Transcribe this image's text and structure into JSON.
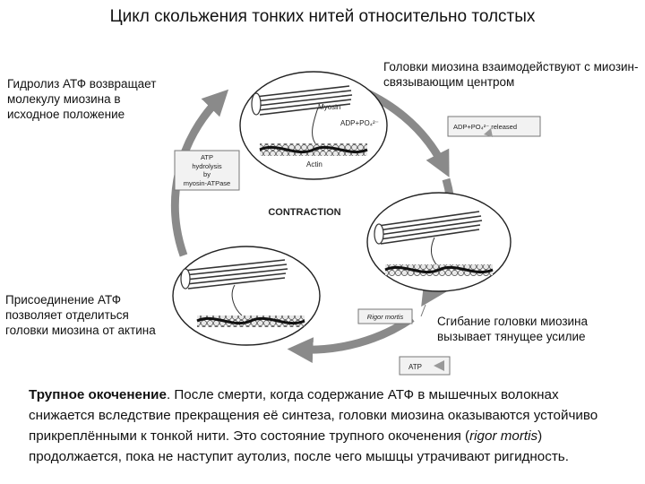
{
  "title": "Цикл скольжения тонких нитей относительно толстых",
  "notes": {
    "top_left": "Гидролиз АТФ возвращает молекулу миозина в исходное положение",
    "top_right": "Головки миозина взаимодействуют с миозин-связывающим центром",
    "bottom_left": "Присоединение АТФ позволяет отделиться головки миозина от актина",
    "bottom_right": "Сгибание головки миозина вызывает тянущее усилие"
  },
  "diagram": {
    "center_label": "CONTRACTION",
    "myosin_label": "Myosin",
    "actin_label": "Actin",
    "adp_label": "ADP+PO₄²⁻",
    "released_label": "ADP+PO₄²⁻ released",
    "atp_hydrolysis": [
      "ATP",
      "hydrolysis",
      "by",
      "myosin-ATPase"
    ],
    "rigor_label": "Rigor mortis",
    "atp_label": "ATP"
  },
  "paragraph": {
    "term": "Трупное окоченение",
    "part1": ". После смерти, когда содержание АТФ в мышечных волокнах снижается вследствие прекращения её синтеза, головки миозина оказываются устойчиво прикреплёнными к тонкой нити. Это состояние трупного окоченения (",
    "latin": "rigor mortis",
    "part2": ") продолжается, пока не наступит аутолиз, после чего мышцы утрачивают ригидность."
  },
  "colors": {
    "arrow_gray": "#8a8a8a",
    "circle_stroke": "#222222",
    "box_fill": "#f2f2f2"
  }
}
